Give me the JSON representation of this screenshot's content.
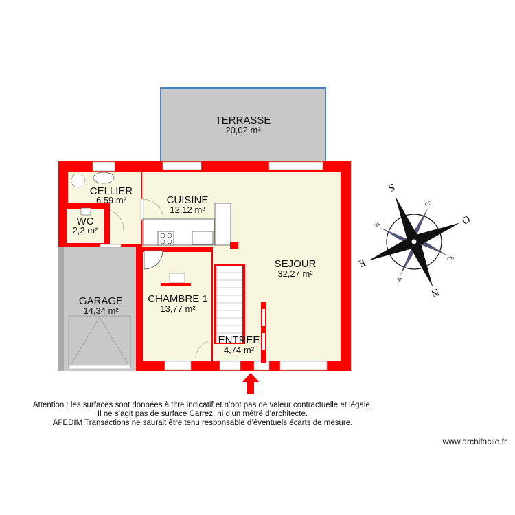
{
  "colors": {
    "wall": "#ff0000",
    "floor": "#f9f6df",
    "garage_terrace": "#c8c8c8",
    "terrace_border": "#4a7fc0"
  },
  "rooms": [
    {
      "name": "TERRASSE",
      "area": "20,02 m²"
    },
    {
      "name": "CELLIER",
      "area": "6,59 m²"
    },
    {
      "name": "WC",
      "area": "2,2 m²"
    },
    {
      "name": "CUISINE",
      "area": "12,12 m²"
    },
    {
      "name": "SEJOUR",
      "area": "32,27 m²"
    },
    {
      "name": "GARAGE",
      "area": "14,34 m²"
    },
    {
      "name": "CHAMBRE 1",
      "area": "13,77 m²"
    },
    {
      "name": "ENTREE",
      "area": "4,74 m²"
    }
  ],
  "compass": {
    "north": "N",
    "south": "S",
    "east": "E",
    "west": "O",
    "ne": "NE",
    "no": "NO",
    "se": "SE",
    "so": "SO"
  },
  "disclaimer": [
    "Attention : les surfaces sont données à titre indicatif et n’ont pas de valeur contractuelle et légale.",
    "Il ne s’agit pas de surface Carrez, ni d’un métré d’architecte.",
    "AFEDIM Transactions ne saurait être tenu responsable d’éventuels écarts de mesure."
  ],
  "website": "www.archifacile.fr"
}
